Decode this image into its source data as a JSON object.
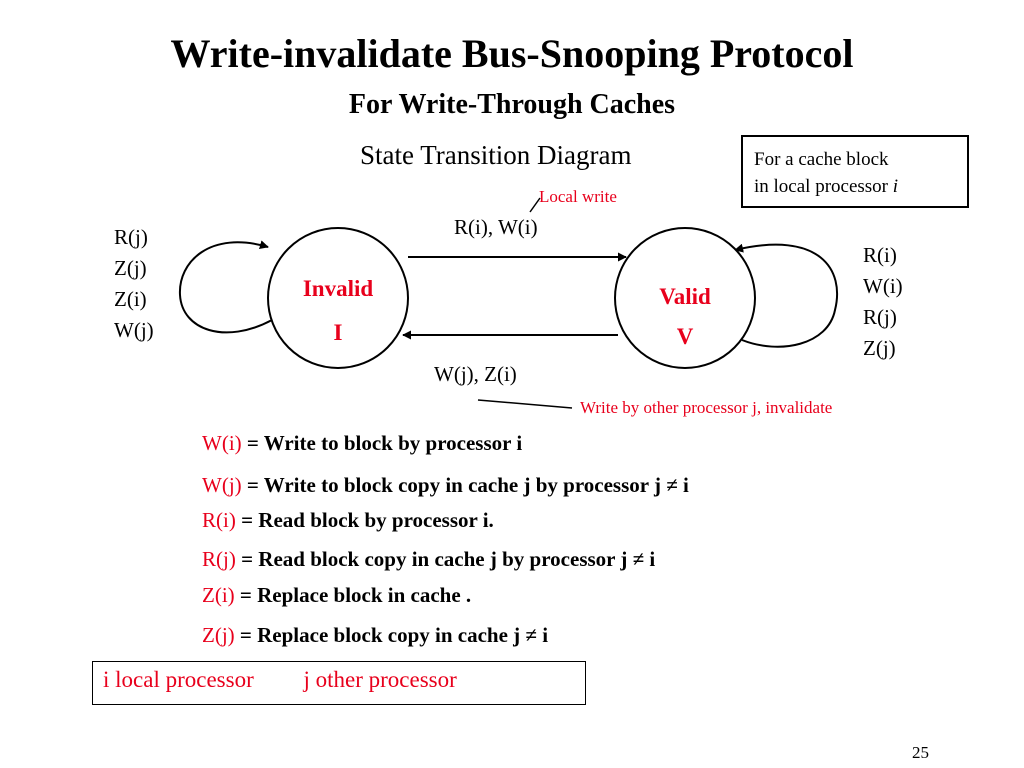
{
  "slide": {
    "title": "Write-invalidate Bus-Snooping Protocol",
    "subtitle": "For Write-Through Caches",
    "diagram_label": "State Transition Diagram",
    "page_number": "25"
  },
  "context_box": {
    "line1": "For a cache block",
    "line2": "in local processor ",
    "line2_italic": "i"
  },
  "states": {
    "invalid": {
      "name": "Invalid",
      "symbol": "I"
    },
    "valid": {
      "name": "Valid",
      "symbol": "V"
    }
  },
  "transitions": {
    "top_label": "R(i), W(i)",
    "top_annotation": "Local write",
    "bottom_label": "W(j), Z(i)",
    "bottom_annotation": "Write by other processor j, invalidate",
    "invalid_self_loop": [
      "R(j)",
      "Z(j)",
      "Z(i)",
      "W(j)"
    ],
    "valid_self_loop": [
      "R(i)",
      "W(i)",
      "R(j)",
      "Z(j)"
    ]
  },
  "definitions": [
    {
      "symbol": "W(i)",
      "text": " =  Write to block by processor i"
    },
    {
      "symbol": "W(j)",
      "text": " = Write to block copy in cache j by processor j  ≠ i"
    },
    {
      "symbol": "R(i)",
      "text": " = Read block by processor i."
    },
    {
      "symbol": "R(j)",
      "text": " = Read block copy in cache j by processor j  ≠ i"
    },
    {
      "symbol": "Z(i)",
      "text": " = Replace block in cache ."
    },
    {
      "symbol": "Z(j)",
      "text": " = Replace block copy in cache j  ≠ i"
    }
  ],
  "legend": {
    "i_label": "i  local processor",
    "j_label": "j   other processor"
  },
  "colors": {
    "accent_red": "#e8001c",
    "text": "#000000"
  }
}
